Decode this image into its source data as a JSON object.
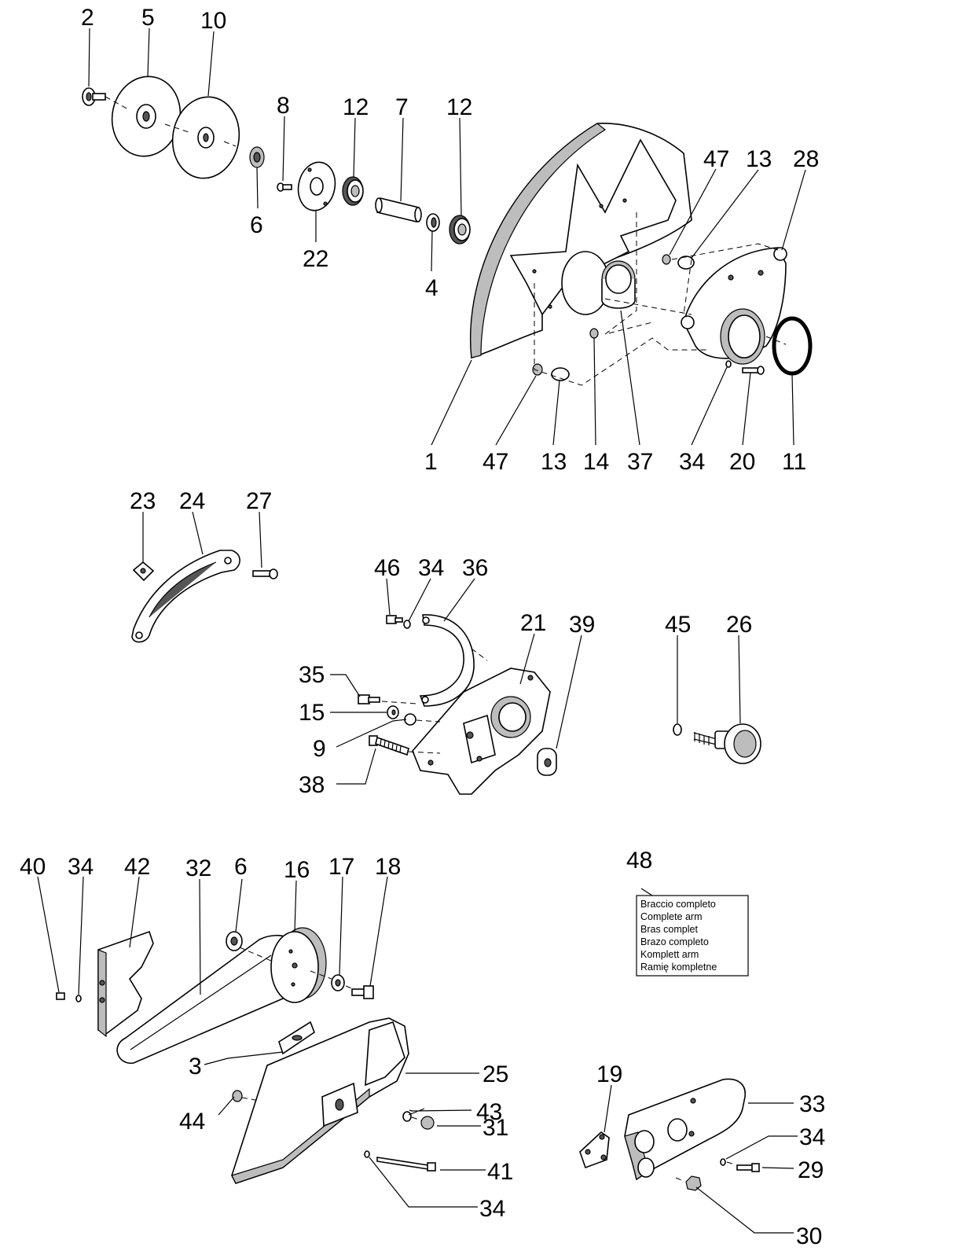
{
  "callouts": [
    {
      "id": "c2",
      "text": "2"
    },
    {
      "id": "c5",
      "text": "5"
    },
    {
      "id": "c10",
      "text": "10"
    },
    {
      "id": "c8",
      "text": "8"
    },
    {
      "id": "c12a",
      "text": "12"
    },
    {
      "id": "c7",
      "text": "7"
    },
    {
      "id": "c12b",
      "text": "12"
    },
    {
      "id": "c6a",
      "text": "6"
    },
    {
      "id": "c22",
      "text": "22"
    },
    {
      "id": "c4",
      "text": "4"
    },
    {
      "id": "c47a",
      "text": "47"
    },
    {
      "id": "c13a",
      "text": "13"
    },
    {
      "id": "c28",
      "text": "28"
    },
    {
      "id": "c1",
      "text": "1"
    },
    {
      "id": "c47b",
      "text": "47"
    },
    {
      "id": "c13b",
      "text": "13"
    },
    {
      "id": "c14",
      "text": "14"
    },
    {
      "id": "c37",
      "text": "37"
    },
    {
      "id": "c34a",
      "text": "34"
    },
    {
      "id": "c20",
      "text": "20"
    },
    {
      "id": "c11",
      "text": "11"
    },
    {
      "id": "c23",
      "text": "23"
    },
    {
      "id": "c24",
      "text": "24"
    },
    {
      "id": "c27",
      "text": "27"
    },
    {
      "id": "c46",
      "text": "46"
    },
    {
      "id": "c34b",
      "text": "34"
    },
    {
      "id": "c36",
      "text": "36"
    },
    {
      "id": "c21",
      "text": "21"
    },
    {
      "id": "c39",
      "text": "39"
    },
    {
      "id": "c45",
      "text": "45"
    },
    {
      "id": "c26",
      "text": "26"
    },
    {
      "id": "c35",
      "text": "35"
    },
    {
      "id": "c15",
      "text": "15"
    },
    {
      "id": "c9",
      "text": "9"
    },
    {
      "id": "c38",
      "text": "38"
    },
    {
      "id": "c48",
      "text": "48"
    },
    {
      "id": "c40",
      "text": "40"
    },
    {
      "id": "c34c",
      "text": "34"
    },
    {
      "id": "c42",
      "text": "42"
    },
    {
      "id": "c32",
      "text": "32"
    },
    {
      "id": "c6b",
      "text": "6"
    },
    {
      "id": "c16",
      "text": "16"
    },
    {
      "id": "c17",
      "text": "17"
    },
    {
      "id": "c18",
      "text": "18"
    },
    {
      "id": "c19",
      "text": "19"
    },
    {
      "id": "c25",
      "text": "25"
    },
    {
      "id": "c3",
      "text": "3"
    },
    {
      "id": "c33",
      "text": "33"
    },
    {
      "id": "c43",
      "text": "43"
    },
    {
      "id": "c44",
      "text": "44"
    },
    {
      "id": "c31",
      "text": "31"
    },
    {
      "id": "c34d",
      "text": "34"
    },
    {
      "id": "c41",
      "text": "41"
    },
    {
      "id": "c29",
      "text": "29"
    },
    {
      "id": "c34e",
      "text": "34"
    },
    {
      "id": "c30",
      "text": "30"
    }
  ],
  "note_box": {
    "lines": [
      "Braccio completo",
      "Complete arm",
      "Bras complet",
      "Brazo completo",
      "Komplett arm",
      "Ramię kompletne"
    ]
  }
}
